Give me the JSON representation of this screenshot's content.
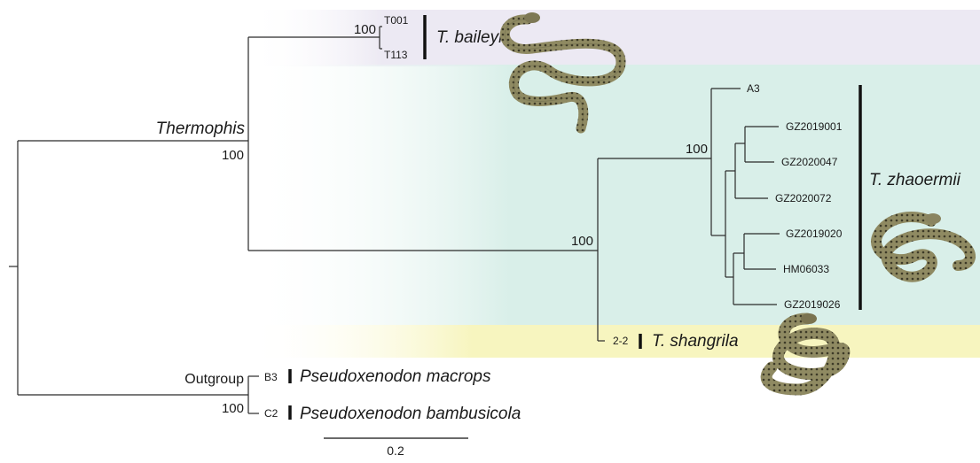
{
  "figure": {
    "clades": {
      "baileyi": {
        "name": "T. baileyi",
        "band_color": "#ece9f3"
      },
      "zhaoermii": {
        "name": "T. zhaoermii",
        "band_color": "#d9efe9"
      },
      "shangrila": {
        "name": "T. shangrila",
        "band_color": "#f7f5bf"
      }
    },
    "genus_label": "Thermophis",
    "outgroup_label": "Outgroup",
    "support": {
      "root": "100",
      "baileyi": "100",
      "thermophis_internal": "100",
      "zhaoermii": "100",
      "outgroup": "100"
    },
    "tips": {
      "t001": "T001",
      "t113": "T113",
      "a3": "A3",
      "gz2019001": "GZ2019001",
      "gz2020047": "GZ2020047",
      "gz2020072": "GZ2020072",
      "gz2019020": "GZ2019020",
      "hm06033": "HM06033",
      "gz2019026": "GZ2019026",
      "s22": "2-2",
      "b3": "B3",
      "c2": "C2"
    },
    "outgroup_species": {
      "macrops": "Pseudoxenodon macrops",
      "bambusicola": "Pseudoxenodon bambusicola"
    },
    "scale_bar": {
      "value": 0.2,
      "label": "0.2"
    },
    "icons": [
      "snake-illustration-baileyi",
      "snake-illustration-zhaoermii",
      "snake-illustration-shangrila"
    ]
  }
}
